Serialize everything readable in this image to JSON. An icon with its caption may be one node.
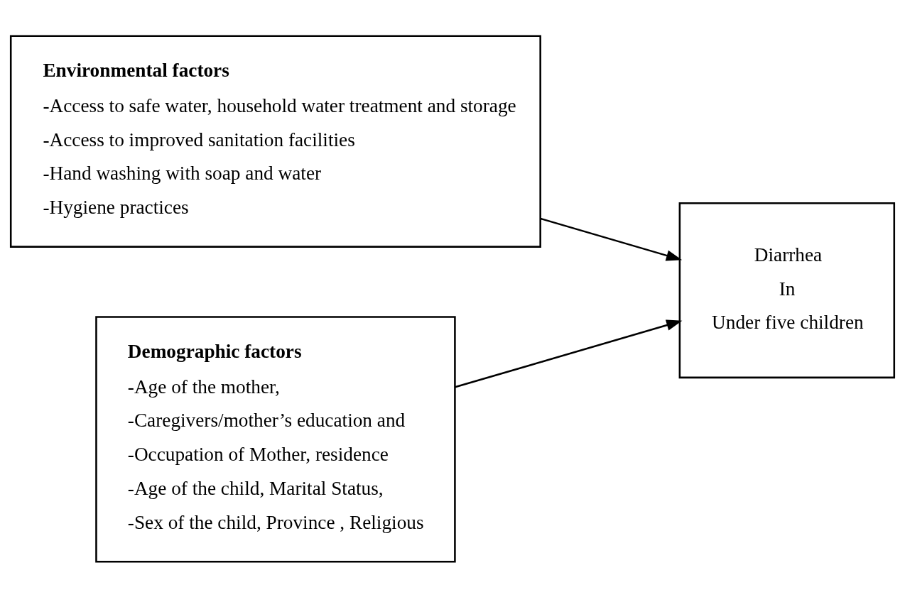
{
  "diagram": {
    "nodes": [
      {
        "text": [
          "Environmental factors",
          "-Access to safe water, household water treatment and storage",
          "-Access to improved sanitation facilities",
          "-Hand washing with soap and water",
          "-Hygiene practices"
        ]
      },
      {
        "text": [
          "Diarrhea",
          "In",
          "Under five children"
        ]
      },
      {
        "text": [
          "Demographic factors",
          "-Age of the mother,",
          "-Caregivers/mother’s education and",
          "-Occupation of Mother, residence",
          "-Age of the child, Marital Status,",
          "-Sex of the child, Province , Religious"
        ]
      }
    ],
    "edges": [
      {
        "from": 0,
        "to": 1,
        "arrow": "to"
      },
      {
        "from": 2,
        "to": 1,
        "arrow": "to"
      }
    ]
  }
}
